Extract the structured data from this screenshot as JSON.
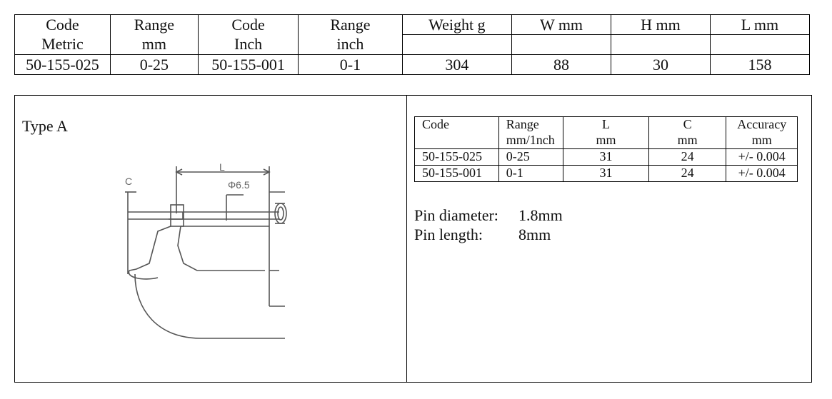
{
  "top_table": {
    "header_row1": [
      "Code",
      "Range",
      "Code",
      "Range",
      "Weight g",
      "W mm",
      "H mm",
      "L mm"
    ],
    "header_row2": [
      "Metric",
      "mm",
      "Inch",
      "inch",
      "",
      "",
      "",
      ""
    ],
    "data_row": [
      "50-155-025",
      "0-25",
      "50-155-001",
      "0-1",
      "304",
      "88",
      "30",
      "158"
    ]
  },
  "type_label": "Type A",
  "drawing": {
    "label_c": "C",
    "label_l": "L",
    "label_diameter": "Φ6.5"
  },
  "spec_table": {
    "header_row1": [
      "Code",
      "Range",
      "L",
      "C",
      "Accuracy"
    ],
    "header_row2": [
      "",
      "mm/1nch",
      "mm",
      "mm",
      "mm"
    ],
    "rows": [
      [
        "50-155-025",
        "0-25",
        "31",
        "24",
        "+/- 0.004"
      ],
      [
        "50-155-001",
        "0-1",
        "31",
        "24",
        "+/- 0.004"
      ]
    ]
  },
  "pin_info": {
    "diameter_label": "Pin diameter:",
    "diameter_value": "1.8mm",
    "length_label": "Pin length:",
    "length_value": "8mm"
  }
}
